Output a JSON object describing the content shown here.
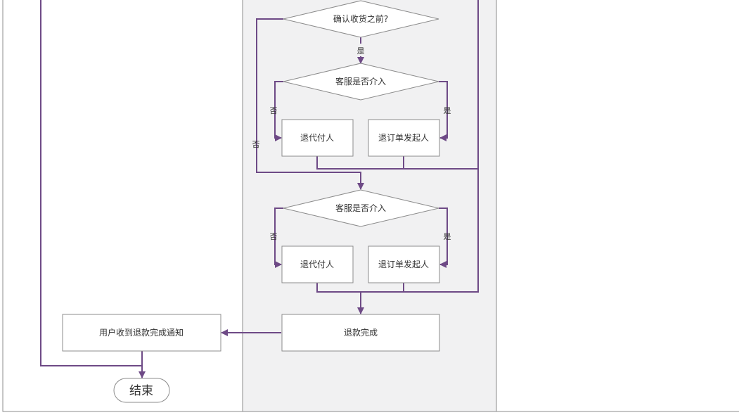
{
  "colors": {
    "flow_line": "#6e4a86",
    "lane_highlight": "#f1f1f2",
    "border": "#8c8c8c",
    "shape_fill": "#ffffff"
  },
  "nodes": {
    "confirm_receipt_decision": "确认收货之前?",
    "cs_decision_1": "客服是否介入",
    "refund_payer_1": "退代付人",
    "refund_initiator_1": "退订单发起人",
    "cs_decision_2": "客服是否介入",
    "refund_payer_2": "退代付人",
    "refund_initiator_2": "退订单发起人",
    "refund_complete": "退款完成",
    "user_notified": "用户收到退款完成通知",
    "end": "结束"
  },
  "edge_labels": {
    "yes": "是",
    "no": "否"
  }
}
